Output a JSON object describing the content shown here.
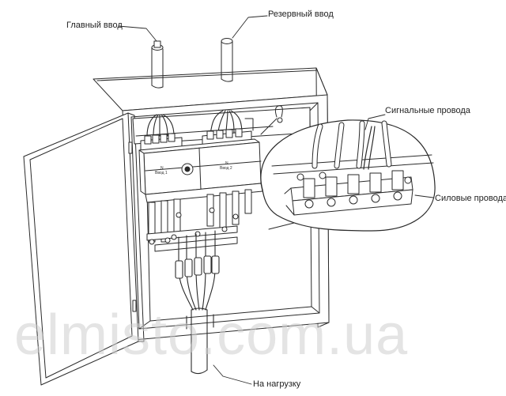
{
  "labels": {
    "main_input": "Главный ввод",
    "reserve_input": "Резервный ввод",
    "signal_wires": "Сигнальные провода",
    "power_wires": "Силовые провода",
    "to_load": "На нагрузку"
  },
  "unit": {
    "left_n": "N",
    "left_name": "Ввод 1",
    "right_n": "N",
    "right_name": "Ввод 2"
  },
  "watermark": "elmisto.com.ua",
  "colors": {
    "line": "#2a2a2a",
    "background": "#ffffff",
    "watermark": "#cdcdcd"
  }
}
